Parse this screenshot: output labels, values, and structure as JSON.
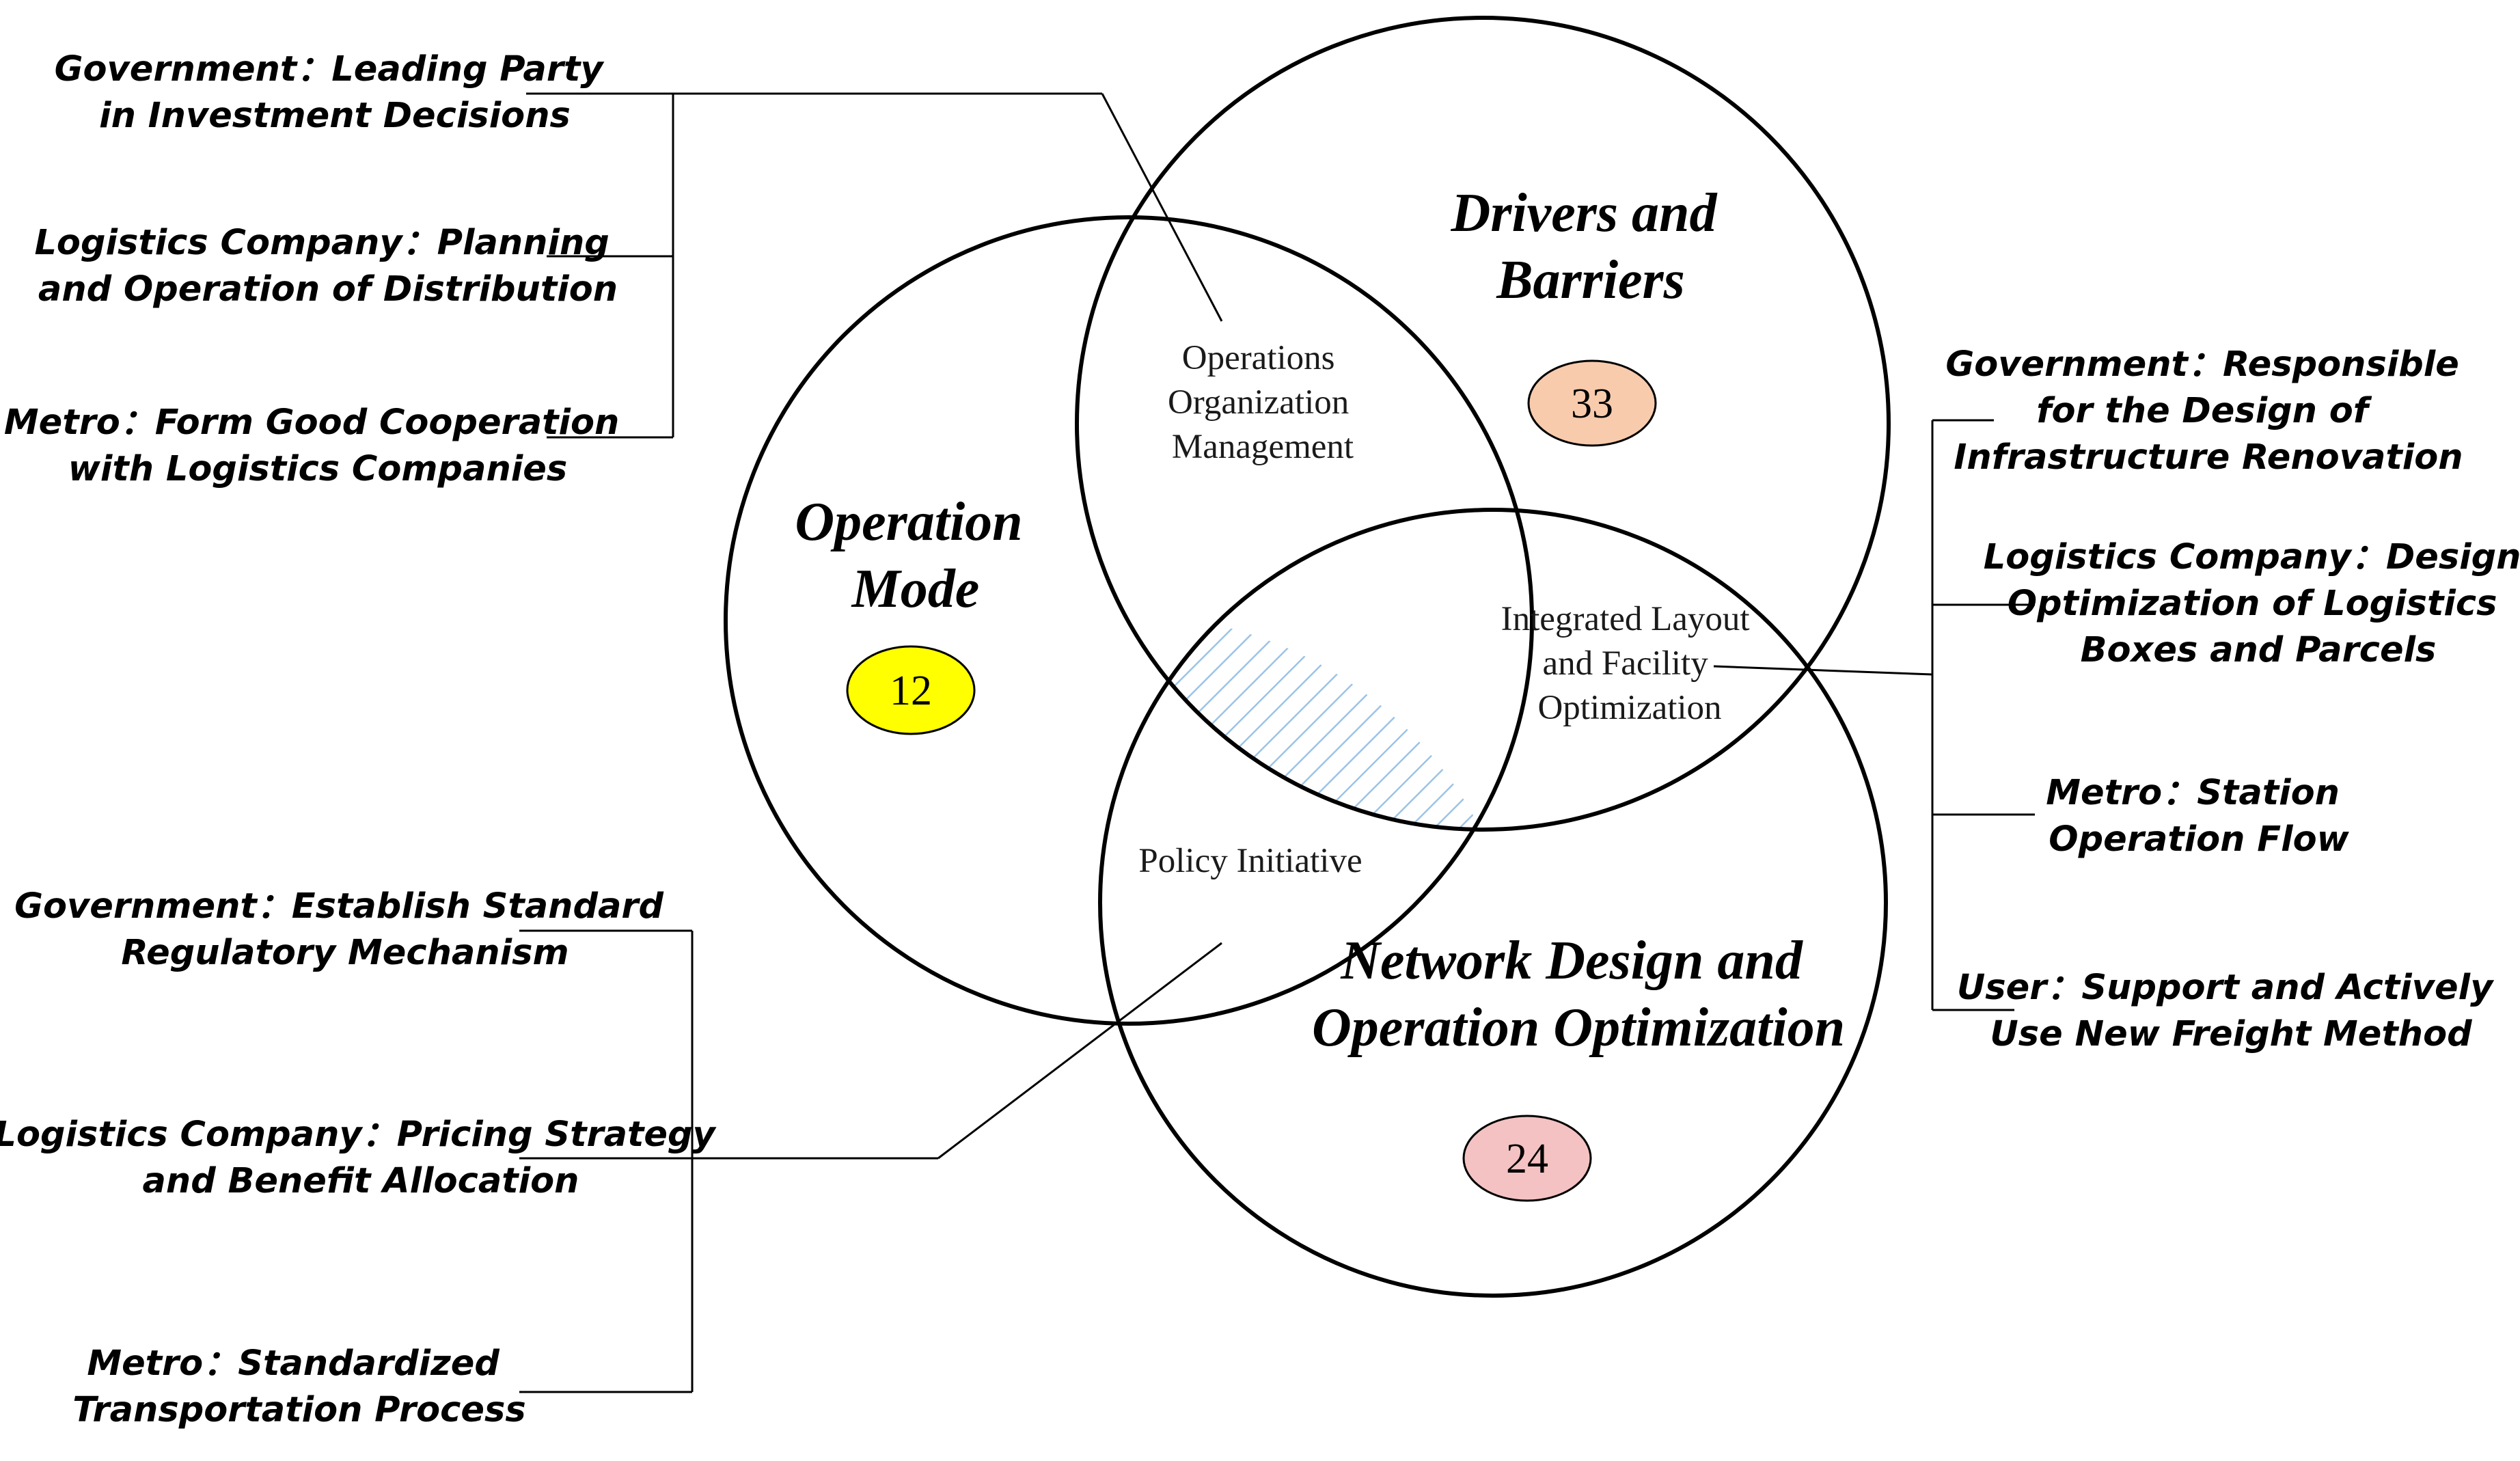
{
  "sets": {
    "operation_mode": {
      "title_lines": [
        "Operation",
        "Mode"
      ],
      "count": "12",
      "badge_color": "#ffff00"
    },
    "drivers_barriers": {
      "title_lines": [
        "Drivers and",
        "Barriers"
      ],
      "count": "33",
      "badge_color": "#f8cbad"
    },
    "network_design": {
      "title_lines": [
        "Network Design and",
        "Operation Optimization"
      ],
      "count": "24",
      "badge_color": "#f4c2c2"
    }
  },
  "overlaps": {
    "operations_management": [
      "Operations",
      "Organization",
      "Management"
    ],
    "integrated_layout": [
      "Integrated Layout",
      "and Facility",
      "Optimization"
    ],
    "policy_initiative": [
      "Policy Initiative"
    ]
  },
  "stakeholders": {
    "operation_mode": [
      [
        "Government：Leading Party",
        "in Investment Decisions"
      ],
      [
        "Logistics Company：Planning",
        "and Operation of Distribution"
      ],
      [
        "Metro：Form Good Cooperation",
        "with Logistics Companies"
      ]
    ],
    "network_design": [
      [
        "Government：Responsible",
        "for the Design of",
        "Infrastructure Renovation"
      ],
      [
        "Logistics Company：Design",
        "Optimization of Logistics",
        "Boxes and Parcels"
      ],
      [
        "Metro：Station",
        "Operation Flow"
      ],
      [
        "User：Support and Actively",
        "Use New Freight Method"
      ]
    ],
    "policy": [
      [
        "Government：Establish Standard",
        "Regulatory Mechanism"
      ],
      [
        "Logistics Company：Pricing Strategy",
        "and Benefit Allocation"
      ],
      [
        "Metro：Standardized",
        "Transportation Process"
      ]
    ]
  },
  "colors": {
    "hatch": "#9dc3e6",
    "line": "#000000"
  }
}
